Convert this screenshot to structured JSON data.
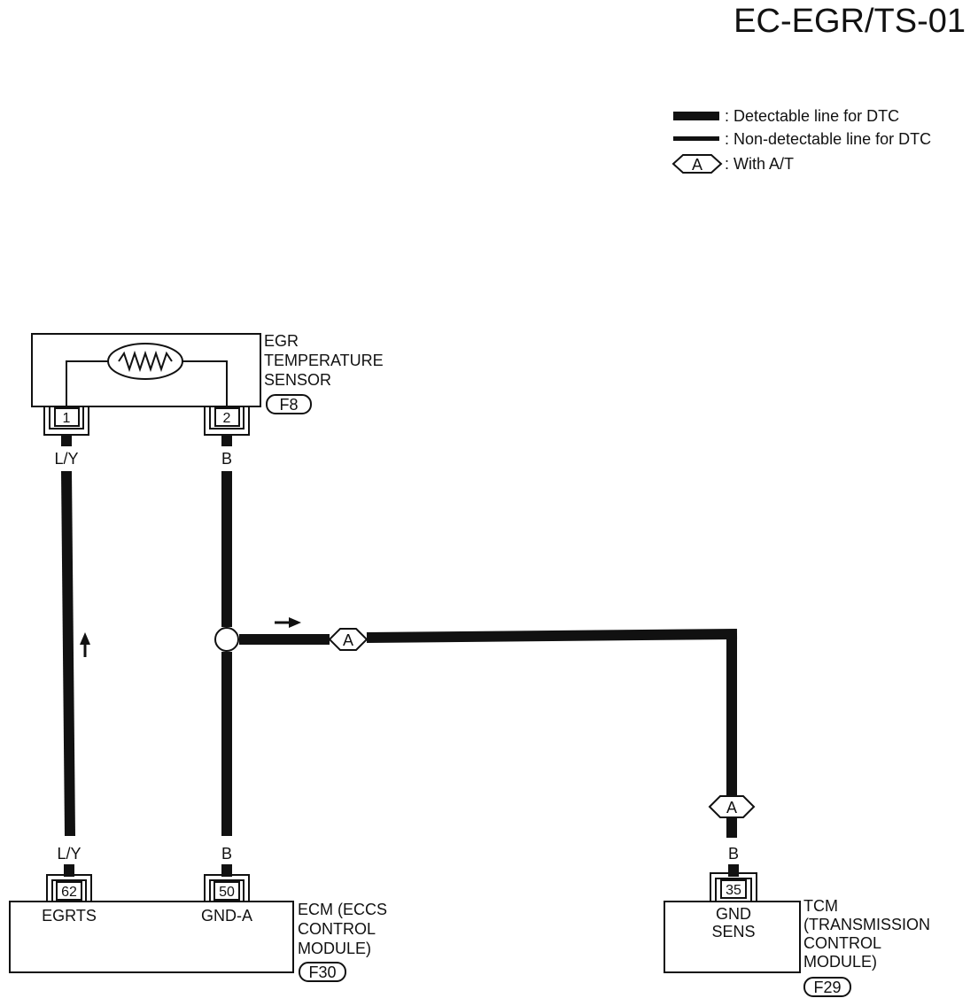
{
  "page_title": "EC-EGR/TS-01",
  "legend": {
    "detectable": ": Detectable line for DTC",
    "non_detectable": ": Non-detectable line for DTC",
    "option_code": "A",
    "option_text": ": With A/T"
  },
  "sensor": {
    "name_lines": [
      "EGR",
      "TEMPERATURE",
      "SENSOR"
    ],
    "connector": "F8",
    "pins": [
      "1",
      "2"
    ]
  },
  "wires": {
    "left_color": "L/Y",
    "right_color": "B",
    "tcm_color": "B",
    "option_code": "A"
  },
  "ecm": {
    "name_lines": [
      "ECM (ECCS",
      "CONTROL",
      "MODULE)"
    ],
    "connector": "F30",
    "pins": [
      "62",
      "50"
    ],
    "terminals": [
      "EGRTS",
      "GND-A"
    ]
  },
  "tcm": {
    "name_lines": [
      "TCM",
      "(TRANSMISSION",
      "CONTROL",
      "MODULE)"
    ],
    "connector": "F29",
    "pin": "35",
    "terminal_lines": [
      "GND",
      "SENS"
    ]
  },
  "colors": {
    "ink": "#111111",
    "paper": "#ffffff"
  }
}
